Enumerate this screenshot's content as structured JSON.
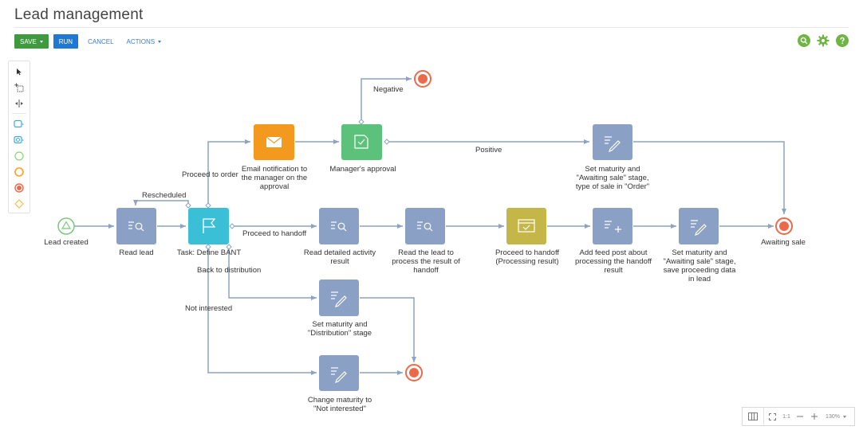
{
  "page": {
    "title": "Lead management"
  },
  "toolbar": {
    "save_label": "SAVE",
    "run_label": "RUN",
    "cancel_label": "CANCEL",
    "actions_label": "ACTIONS"
  },
  "top_icons": [
    "search-icon",
    "gear-icon",
    "help-icon"
  ],
  "colors": {
    "accent_green": "#6fb544",
    "task_blue": "#8aa0c4",
    "flag_cyan": "#3bbfd6",
    "email_orange": "#f39a1e",
    "approval_green": "#5cc17a",
    "handoff_olive": "#c4b748",
    "end_red": "#ec6a4a",
    "connector": "#8ca3c1"
  },
  "nodes": {
    "lead_created": "Lead created",
    "read_lead": "Read lead",
    "define_bant": "Task: Define BANT",
    "email_notification": "Email notification to\nthe manager on the\napproval",
    "managers_approval": "Manager's approval",
    "set_maturity_order": "Set maturity and\n\"Awaiting sale\" stage,\ntype of sale in \"Order\"",
    "read_detailed": "Read detailed activity\nresult",
    "read_lead_process": "Read the lead to\nprocess the result of\nhandoff",
    "proceed_handoff": "Proceed to handoff\n(Processing result)",
    "add_feed_post": "Add feed post about\nprocessing the handoff\nresult",
    "set_maturity_save": "Set maturity and\n\"Awaiting sale\" stage,\nsave proceeding data\nin lead",
    "awaiting_sale": "Awaiting sale",
    "set_maturity_distribution": "Set maturity and\n\"Distribution\" stage",
    "change_maturity": "Change maturity to\n\"Not interested\""
  },
  "edges": {
    "negative": "Negative",
    "positive": "Positive",
    "proceed_to_order": "Proceed to order",
    "rescheduled": "Rescheduled",
    "proceed_to_handoff": "Proceed to handoff",
    "back_to_distribution": "Back to distribution",
    "not_interested": "Not interested"
  },
  "zoom": {
    "fit_label": "1:1",
    "level": "130%"
  }
}
